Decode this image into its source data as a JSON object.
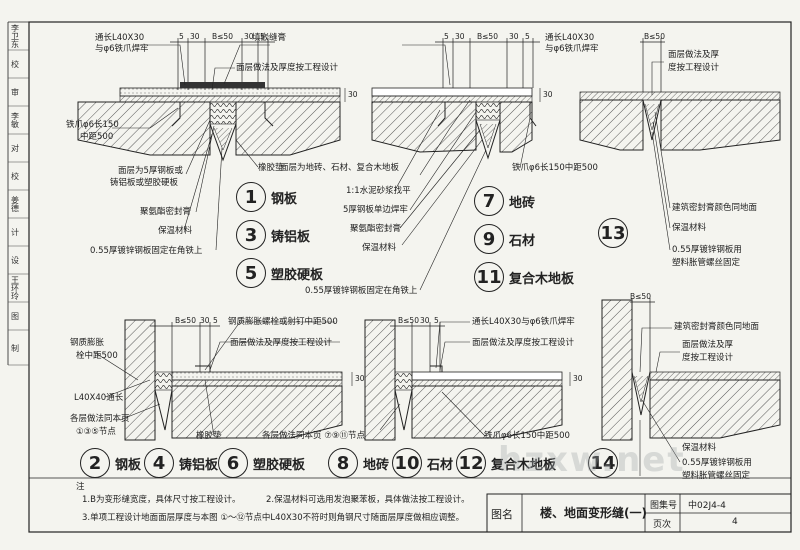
{
  "sidebar": [
    {
      "text": "李卫东"
    },
    {
      "text": "校"
    },
    {
      "text": "审"
    },
    {
      "text": "李敏"
    },
    {
      "text": "对"
    },
    {
      "text": "校"
    },
    {
      "text": "姜德"
    },
    {
      "text": "计"
    },
    {
      "text": "设"
    },
    {
      "text": "王环玲"
    },
    {
      "text": "图"
    },
    {
      "text": "制"
    }
  ],
  "details": {
    "a": {
      "dims": [
        "5",
        "30",
        "B≤50",
        "30",
        "5"
      ],
      "labels": [
        "通长L40X30",
        "与φ6铁爪焊牢",
        "铁爪φ6长150",
        "中距500",
        "面层为5厚钢板或",
        "铸铝板或塑胶硬板",
        "聚氨酯密封膏",
        "保温材料",
        "0.55厚镀锌钢板固定在角铁上",
        "面层做法及厚度按工程设计",
        "填嵌缝膏",
        "橡胶垫"
      ]
    },
    "b": {
      "dims": [
        "5",
        "30",
        "B≤50",
        "30",
        "5"
      ],
      "labels": [
        "通长L40X30",
        "与φ6铁爪焊牢",
        "面层为地砖、石材、复合木地板",
        "1:1水泥砂浆找平",
        "5厚钢板单边焊牢",
        "聚氨酯密封膏",
        "保温材料",
        "0.55厚镀锌钢板固定在角铁上",
        "铁爪φ6长150中距500"
      ]
    },
    "c": {
      "dims": [
        "B≤50"
      ],
      "labels": [
        "面层做法及厚",
        "度按工程设计",
        "建筑密封膏颜色同地面",
        "保温材料",
        "0.55厚镀锌钢板用",
        "塑料胀管螺丝固定"
      ]
    },
    "d": {
      "dims": [
        "B≤50",
        "30",
        "5"
      ],
      "labels": [
        "钢质膨胀螺栓或射钉中距500",
        "钢质膨胀",
        "栓中距500",
        "面层做法及厚度按工程设计",
        "L40X40通长",
        "各层做法同本页",
        "①③⑤节点",
        "橡胶垫"
      ]
    },
    "e": {
      "dims": [
        "B≤50",
        "30",
        "5"
      ],
      "labels": [
        "通长L40X30与φ6铁爪焊牢",
        "面层做法及厚度按工程设计",
        "各层做法同本页 ⑦⑨⑪节点",
        "铁爪φ6长150中距500"
      ]
    },
    "f": {
      "dims": [
        "B≤50"
      ],
      "labels": [
        "建筑密封膏颜色同地面",
        "面层做法及厚",
        "度按工程设计",
        "保温材料",
        "0.55厚镀锌钢板用",
        "塑料胀管螺丝固定"
      ]
    }
  },
  "callouts": [
    {
      "num": "1",
      "name": "钢板"
    },
    {
      "num": "3",
      "name": "铸铝板"
    },
    {
      "num": "5",
      "name": "塑胶硬板"
    },
    {
      "num": "7",
      "name": "地砖"
    },
    {
      "num": "9",
      "name": "石材"
    },
    {
      "num": "11",
      "name": "复合木地板"
    },
    {
      "num": "13",
      "name": ""
    },
    {
      "num": "2",
      "name": "钢板"
    },
    {
      "num": "4",
      "name": "铸铝板"
    },
    {
      "num": "6",
      "name": "塑胶硬板"
    },
    {
      "num": "8",
      "name": "地砖"
    },
    {
      "num": "10",
      "name": "石材"
    },
    {
      "num": "12",
      "name": "复合木地板"
    },
    {
      "num": "14",
      "name": ""
    }
  ],
  "notes": {
    "title": "注",
    "n1": "1.B为变形缝宽度，具体尺寸按工程设计。",
    "n2": "2.保温材料可选用发泡聚苯板，具体做法按工程设计。",
    "n3": "3.单项工程设计地面面层厚度与本图 ①～⑫节点中L40X30不符时则角钢尺寸随面层厚度做相应调整。"
  },
  "title_block": {
    "tu_ming_label": "图名",
    "title": "楼、地面变形缝(一)",
    "atlas_label": "图集号",
    "atlas_no": "中02J4-4",
    "page_label": "页次",
    "page_no": "4"
  },
  "watermark": "hzxw.net"
}
